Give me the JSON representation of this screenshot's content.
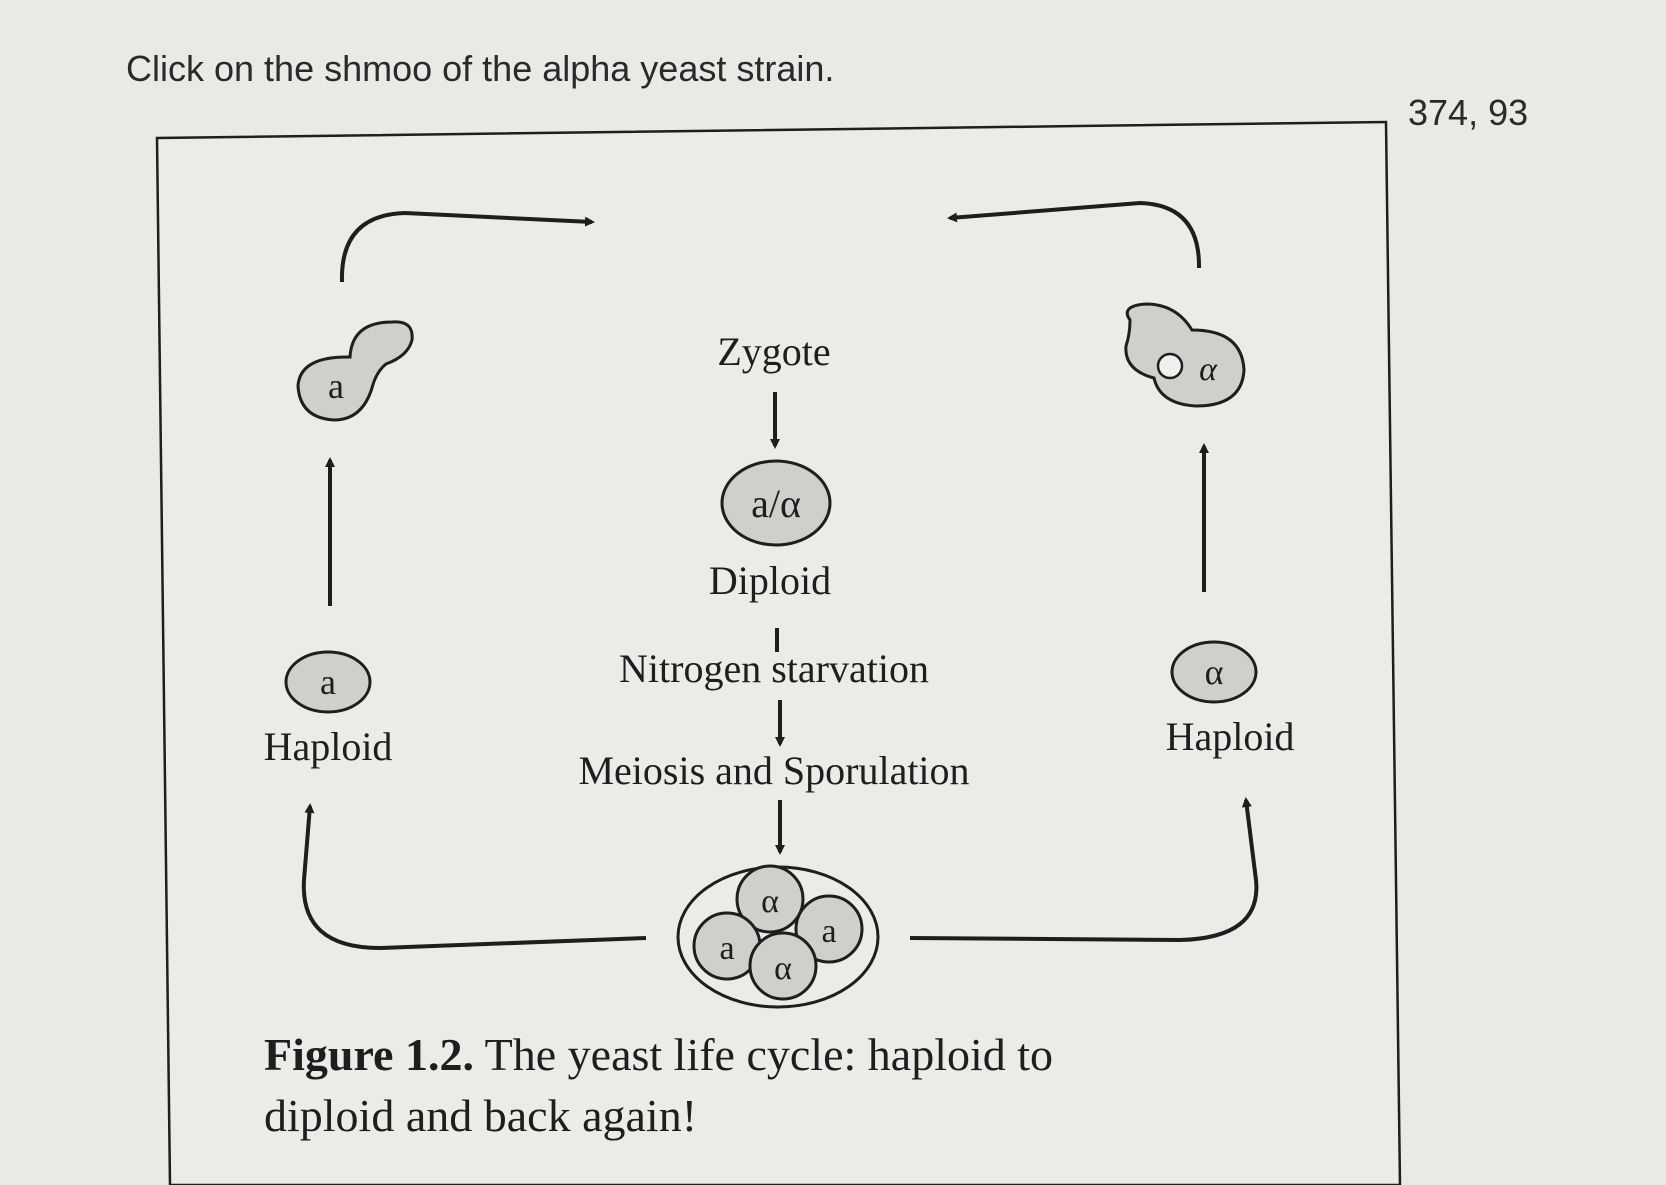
{
  "question": "Click on the shmoo of the alpha yeast strain.",
  "coordinates": "374, 93",
  "figure": {
    "zygote_label": "Zygote",
    "diploid_cell_label": "a/α",
    "diploid_label": "Diploid",
    "nitrogen_label": "Nitrogen starvation",
    "meiosis_label": "Meiosis and Sporulation",
    "left_haploid_cell": "a",
    "left_haploid_label": "Haploid",
    "left_shmoo_cell": "a",
    "right_haploid_cell": "α",
    "right_haploid_label": "Haploid",
    "right_shmoo_cell": "α",
    "ascus_spores": [
      "α",
      "a",
      "a",
      "α"
    ],
    "caption_line1": "Figure 1.2.  The yeast life cycle:  haploid to",
    "caption_line2": "diploid and back again!",
    "caption_bold": "Figure 1.2.",
    "caption_rest": "  The yeast life cycle:  haploid to"
  },
  "colors": {
    "cell_fill": "#cfcfcc",
    "line": "#1e1e1e",
    "panel": "#ebebe8"
  }
}
